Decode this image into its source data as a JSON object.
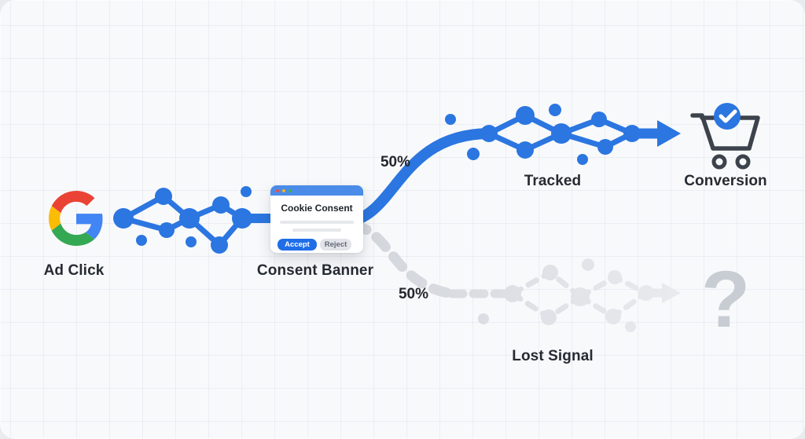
{
  "flow": {
    "ad_click_label": "Ad Click",
    "consent_banner_label": "Consent Banner",
    "tracked_label": "Tracked",
    "conversion_label": "Conversion",
    "lost_signal_label": "Lost Signal",
    "tracked_percent": "50%",
    "lost_percent": "50%",
    "question_mark": "?"
  },
  "consent_dialog": {
    "title": "Cookie Consent",
    "accept_label": "Accept",
    "reject_label": "Reject"
  },
  "colors": {
    "path_blue": "#2b76e0",
    "titlebar_blue": "#4a8ce8",
    "accept_button_blue": "#1f6ee8",
    "lost_signal_gray": "#d4d7dc",
    "cart_stroke": "#3d434c",
    "badge_blue": "#2b76e0",
    "question_mark_gray": "#c8ccd3",
    "label_text": "#262b33",
    "panel_background": "#f8f9fb",
    "google_red": "#EA4335",
    "google_blue": "#4285F4",
    "google_yellow": "#FBBC05",
    "google_green": "#34A853"
  }
}
